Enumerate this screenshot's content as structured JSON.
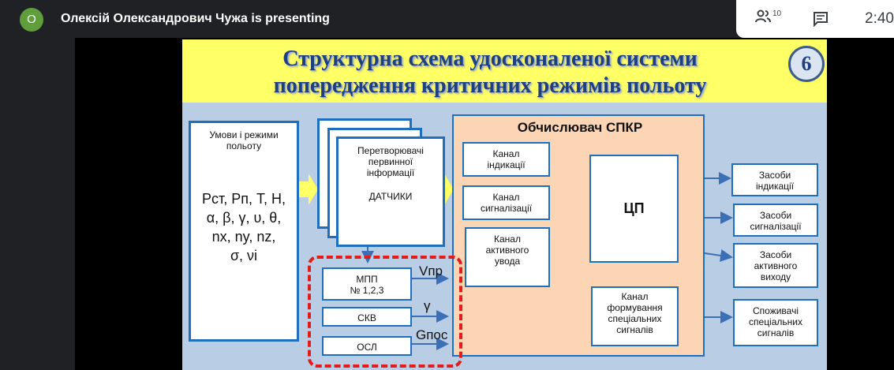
{
  "meeting": {
    "avatar_letter": "О",
    "presenter_text": "Олексій Олександрович Чужа is presenting",
    "participants_count": "10",
    "time": "2:40",
    "people_icon": "people-icon",
    "chat_icon": "chat-icon"
  },
  "slide": {
    "title_line1": "Структурна схема удосконаленої системи",
    "title_line2": "попередження критичних режимів польоту",
    "number": "6",
    "conditions": {
      "header_line1": "Умови і режими",
      "header_line2": "польоту",
      "params_line1": "Pст, Pп, T, H,",
      "params_line2": "α, β, γ, υ, θ,",
      "params_line3": "nx, ny, nz,",
      "params_line4": "σ, νi"
    },
    "sensors": {
      "line1": "Перетворювачі",
      "line2": "первинної",
      "line3": "інформації",
      "label": "ДАТЧИКИ"
    },
    "computer_title": "Обчислювач СПКР",
    "channel_indication": [
      "Канал",
      "індикації"
    ],
    "channel_signal": [
      "Канал",
      "сигналізації"
    ],
    "channel_active": [
      "Канал",
      "активного",
      "увода"
    ],
    "channel_special": [
      "Канал",
      "формування",
      "спеціальних",
      "сигналів"
    ],
    "cpu": "ЦП",
    "outputs": {
      "indication": [
        "Засоби",
        "індикації"
      ],
      "signal": [
        "Засоби",
        "сигналізації"
      ],
      "active": [
        "Засоби",
        "активного",
        "виходу"
      ],
      "consumers": [
        "Споживачі",
        "спеціальних",
        "сигналів"
      ]
    },
    "mpp": [
      "МПП",
      "№ 1,2,3"
    ],
    "skv": "СКВ",
    "osl": "ОСЛ",
    "v_label": "Vпр",
    "gamma_label": "γ",
    "g_label": "Gпос"
  }
}
